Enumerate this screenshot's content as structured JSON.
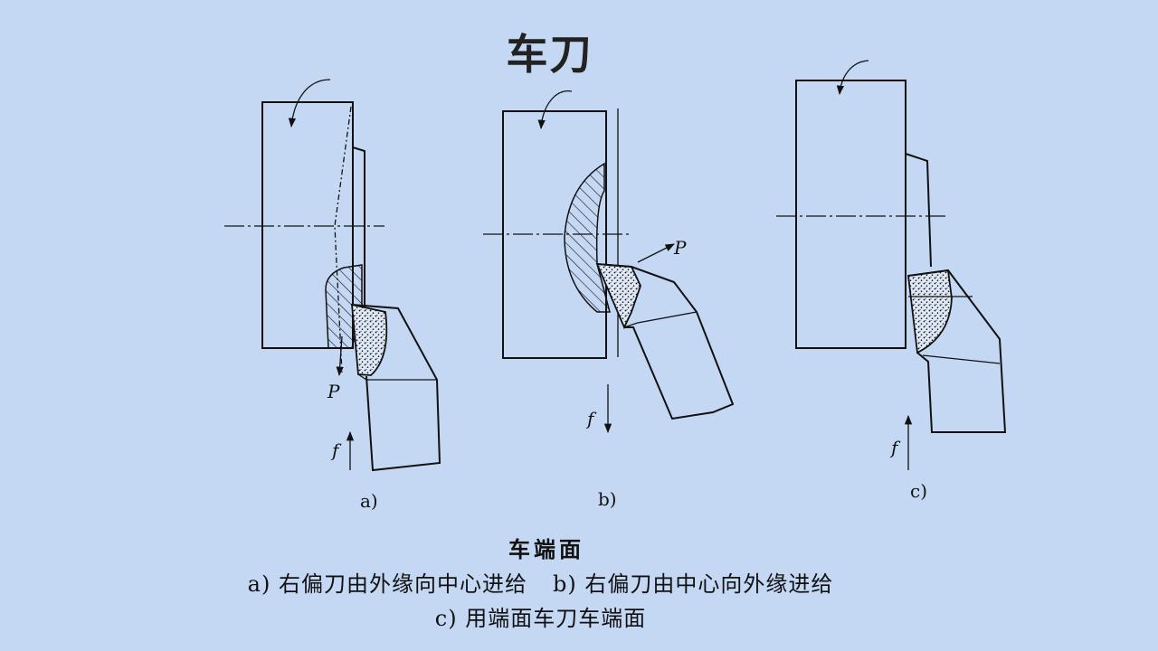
{
  "title": "车刀",
  "panels": {
    "a": {
      "label": "a)",
      "force": "P",
      "feed": "f"
    },
    "b": {
      "label": "b)",
      "force": "P",
      "feed": "f"
    },
    "c": {
      "label": "c)",
      "feed": "f"
    }
  },
  "caption": {
    "title": "车端面",
    "item_a": "a) 右偏刀由外缘向中心进给",
    "item_b": "b) 右偏刀由中心向外缘进给",
    "item_c": "c) 用端面车刀车端面"
  }
}
